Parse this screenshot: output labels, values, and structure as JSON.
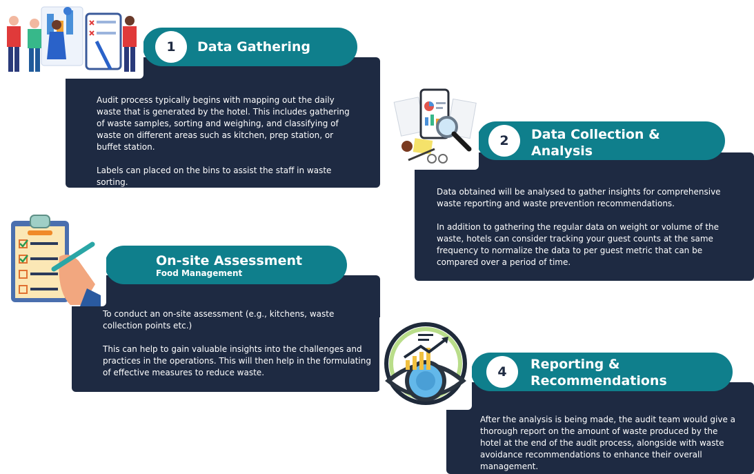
{
  "steps": [
    {
      "number": "1",
      "title": "Data Gathering",
      "paragraphs": [
        "Audit process typically begins with mapping out the daily waste that is generated by the hotel. This includes gathering of waste samples, sorting and weighing, and classifying of waste on different areas such as kitchen, prep station, or buffet station.",
        "Labels can placed on the bins to assist the staff in waste sorting."
      ],
      "icon": "team-analytics-icon"
    },
    {
      "number": "2",
      "title_line1": "Data Collection &",
      "title_line2": "Analysis",
      "paragraphs": [
        "Data obtained will be analysed to gather insights for comprehensive waste reporting and waste prevention recommendations.",
        "In addition to gathering the regular data on weight or volume of the waste, hotels can consider tracking your guest counts at the same frequency to normalize the data to per guest metric that can be compared over a period of time."
      ],
      "icon": "report-magnifier-icon"
    },
    {
      "title": "On-site Assessment",
      "subtitle": "Food Management",
      "paragraphs": [
        "To conduct an on-site assessment (e.g., kitchens, waste collection points etc.)",
        "This can help to gain valuable insights into the challenges and practices in the operations. This will then help in the formulating of effective measures to reduce waste."
      ],
      "icon": "clipboard-checklist-icon"
    },
    {
      "number": "4",
      "title_line1": "Reporting &",
      "title_line2": "Recommendations",
      "paragraphs": [
        "After the analysis is being made, the audit team would give a thorough report on the amount of waste produced by the hotel at the end of the audit process, alongside with waste avoidance recommendations to enhance their overall management."
      ],
      "icon": "eye-insight-icon"
    }
  ],
  "colors": {
    "panel": "#1e2a42",
    "pill": "#0f7f8c",
    "text": "#ffffff"
  }
}
